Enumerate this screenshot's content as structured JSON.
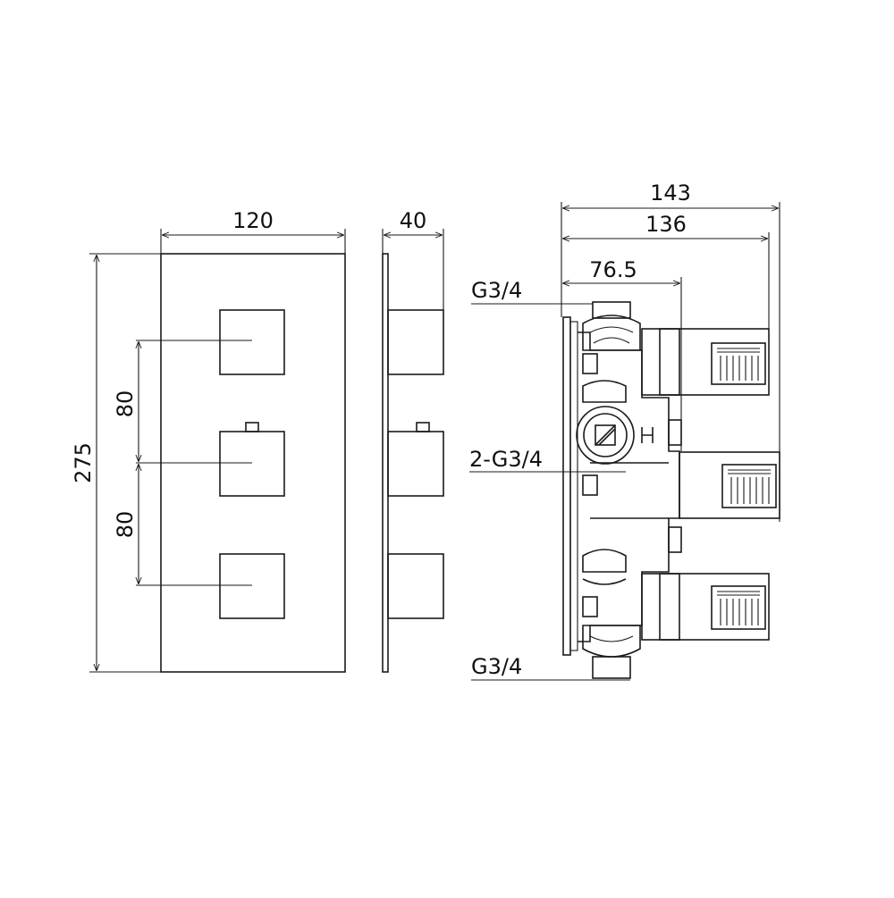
{
  "front_view": {
    "width_label": "120",
    "height_label": "275",
    "spacing_upper_label": "80",
    "spacing_lower_label": "80"
  },
  "side_view": {
    "depth_label": "40"
  },
  "section_view": {
    "overall_depth_label": "143",
    "body_depth_label": "136",
    "inlet_offset_label": "76.5",
    "top_connection_label": "G3/4",
    "middle_connection_label": "2-G3/4",
    "bottom_connection_label": "G3/4"
  }
}
